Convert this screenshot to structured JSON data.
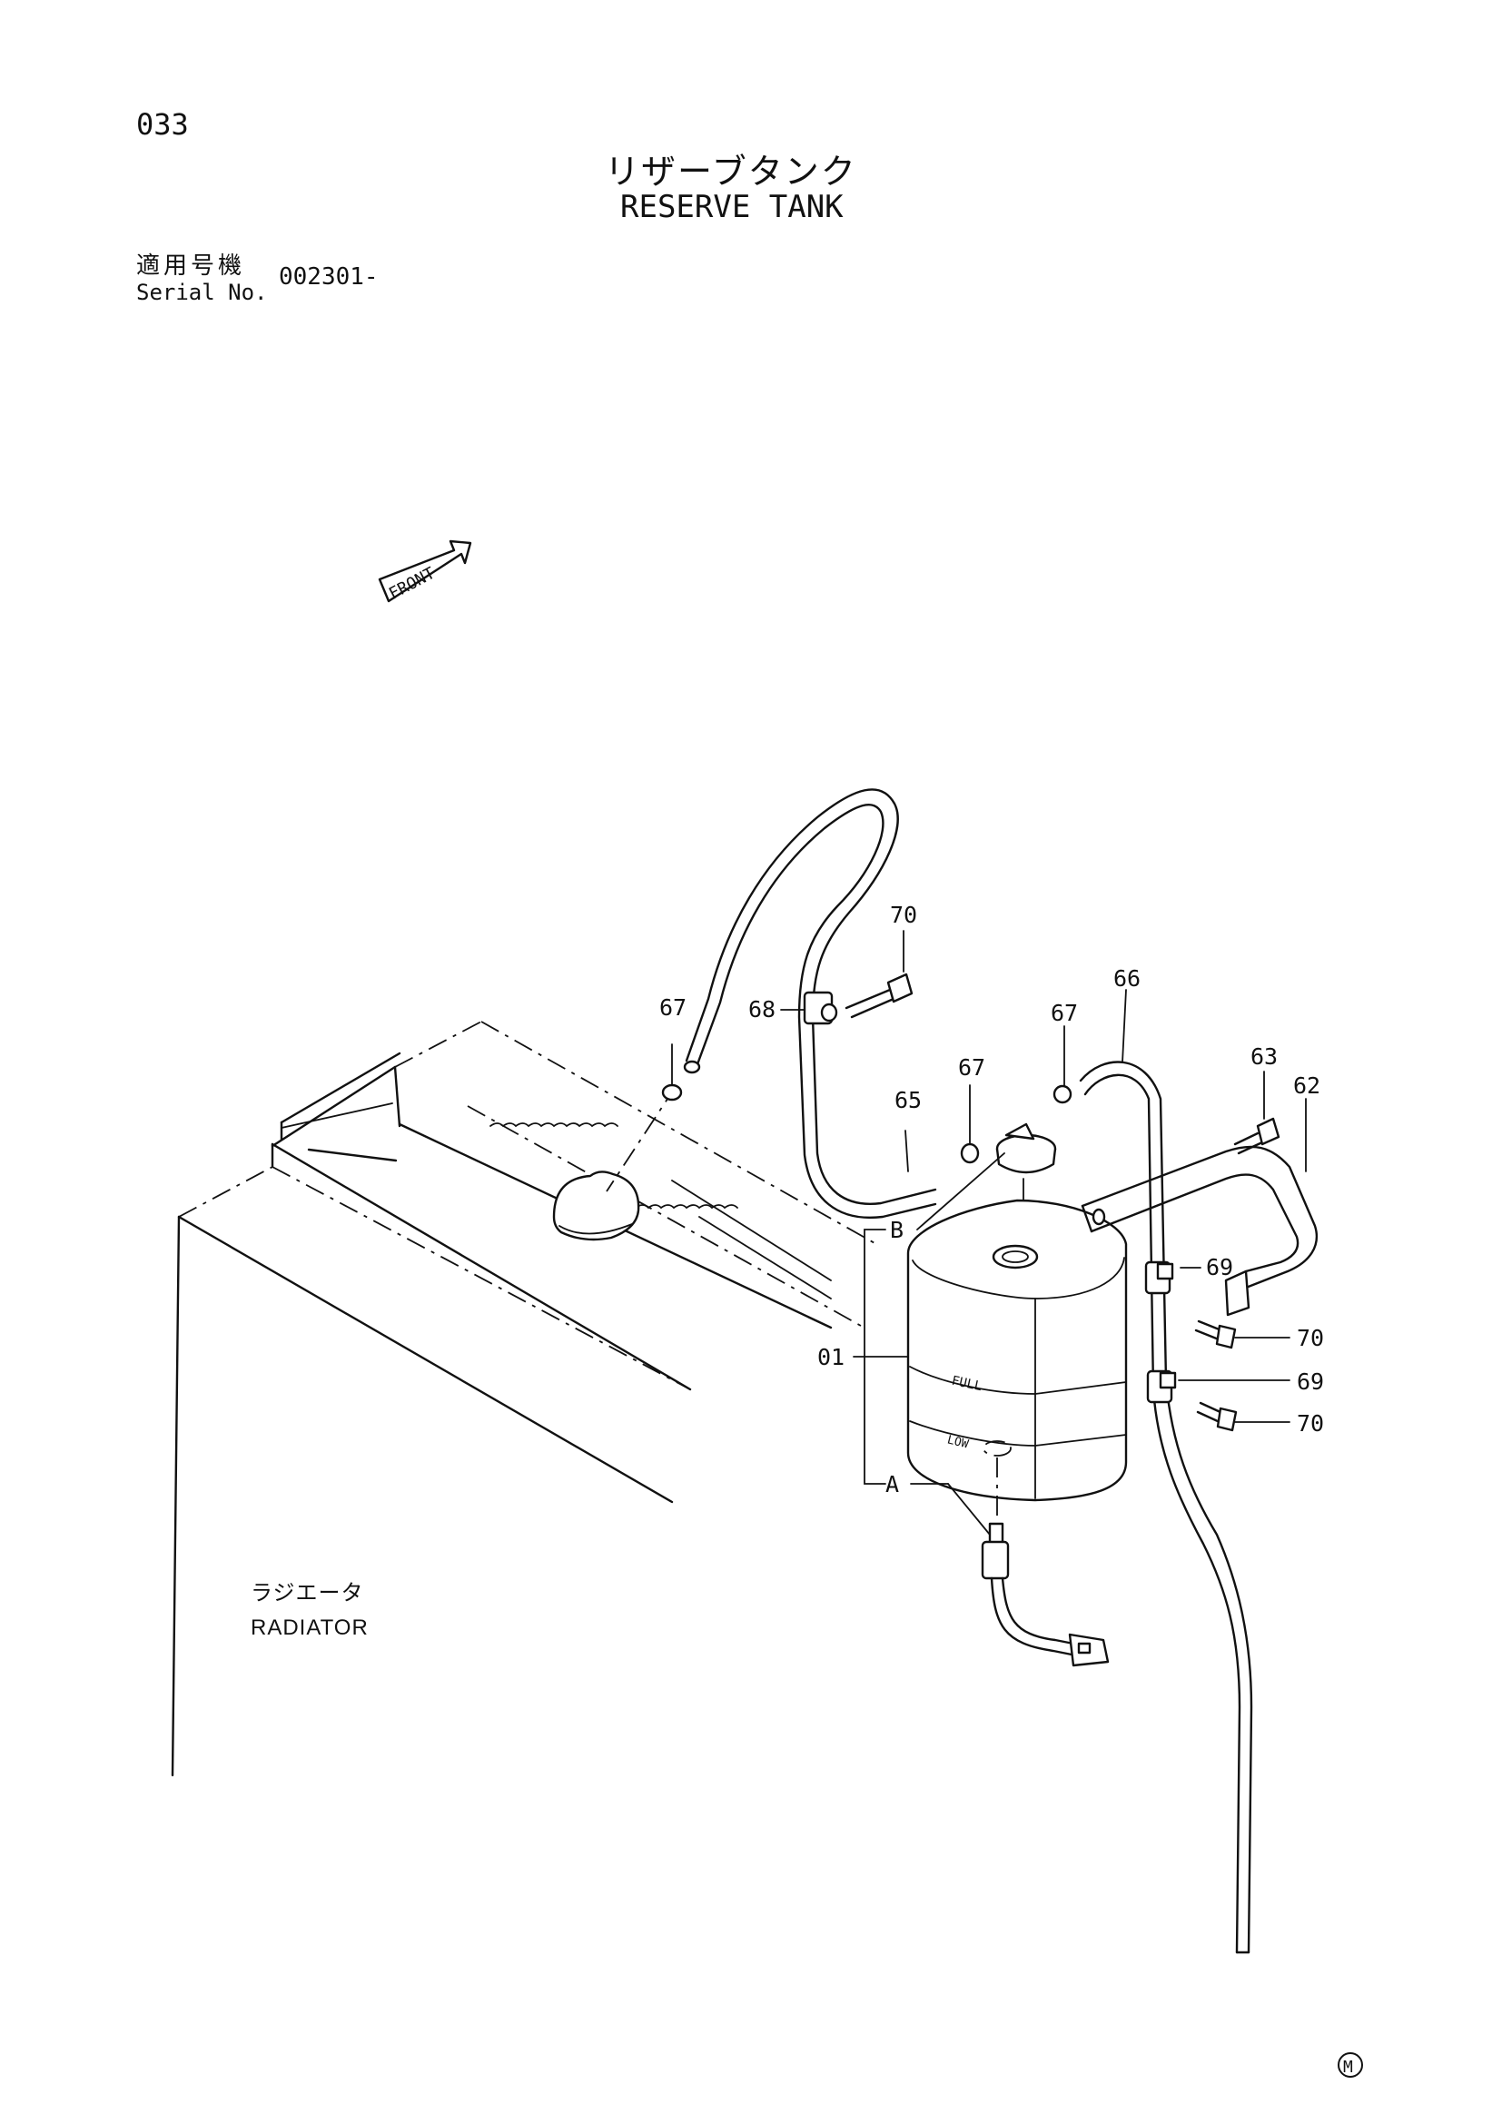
{
  "header": {
    "page_number": "033",
    "title_jp": "リザーブタンク",
    "title_en": "RESERVE TANK",
    "serial_label_jp": "適用号機",
    "serial_label_en": "Serial No.",
    "serial_value": "002301-"
  },
  "diagram": {
    "front_label": "FRONT",
    "radiator_label_jp": "ラジエータ",
    "radiator_label_en": "RADIATOR",
    "tank_mark_full": "FULL",
    "tank_mark_low": "LOW",
    "callouts": {
      "c01": "01",
      "c62": "62",
      "c63": "63",
      "c65": "65",
      "c66": "66",
      "c67a": "67",
      "c67b": "67",
      "c67c": "67",
      "c68": "68",
      "c69a": "69",
      "c69b": "69",
      "c70a": "70",
      "c70b": "70",
      "c70c": "70",
      "cA": "A",
      "cB": "B"
    },
    "manufacturer_mark": "M"
  },
  "colors": {
    "ink": "#111111",
    "paper": "#ffffff"
  }
}
